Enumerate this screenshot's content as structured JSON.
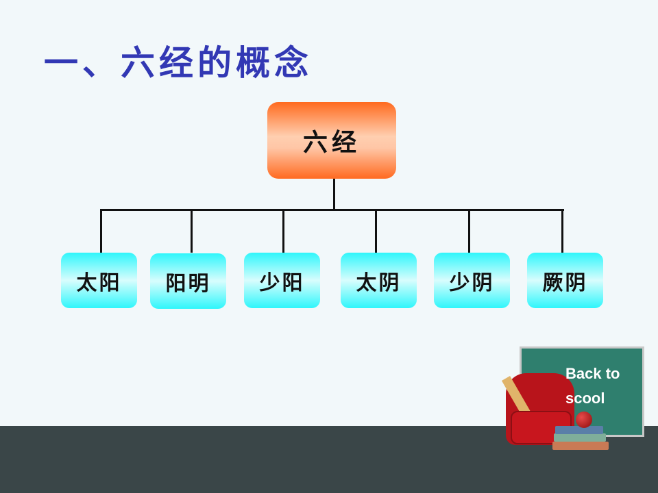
{
  "title": "一、六经的概念",
  "root": "六经",
  "children": [
    "太阳",
    "阳明",
    "少阳",
    "太阴",
    "少阴",
    "厥阴"
  ],
  "illustration": {
    "board_text_line1": "Back to",
    "board_text_line2": "scool"
  },
  "colors": {
    "title": "#3238b4",
    "root": "#ff6a1e",
    "child": "#2ff6fb",
    "floor": "#3a4648",
    "background": "#f2f8fa"
  }
}
